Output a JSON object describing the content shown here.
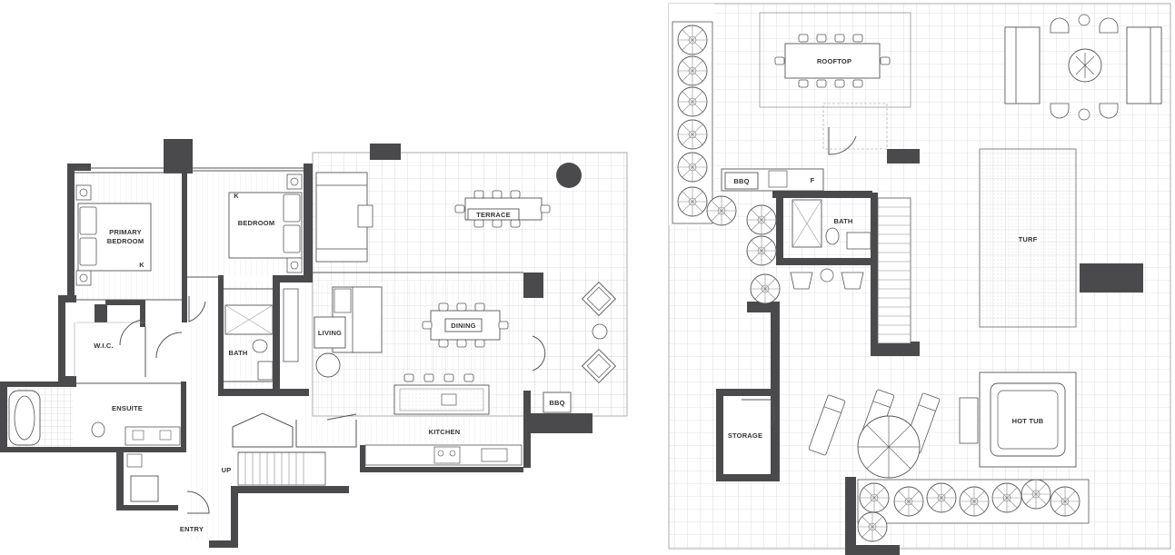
{
  "lower_level": {
    "primary_bedroom": "PRIMARY BEDROOM",
    "bedroom": "BEDROOM",
    "terrace": "TERRACE",
    "living": "LIVING",
    "dining": "DINING",
    "bath": "BATH",
    "wic": "W.I.C.",
    "ensuite": "ENSUITE",
    "kitchen": "KITCHEN",
    "bbq": "BBQ",
    "up": "UP",
    "entry": "ENTRY",
    "k_marker": "K"
  },
  "rooftop_level": {
    "rooftop": "ROOFTOP",
    "turf": "TURF",
    "bath": "BATH",
    "bbq": "BBQ",
    "fridge": "F",
    "hot_tub": "HOT TUB",
    "storage": "STORAGE"
  },
  "colors": {
    "wall": "#4a4a4c",
    "line": "#555555",
    "background": "#ffffff"
  }
}
